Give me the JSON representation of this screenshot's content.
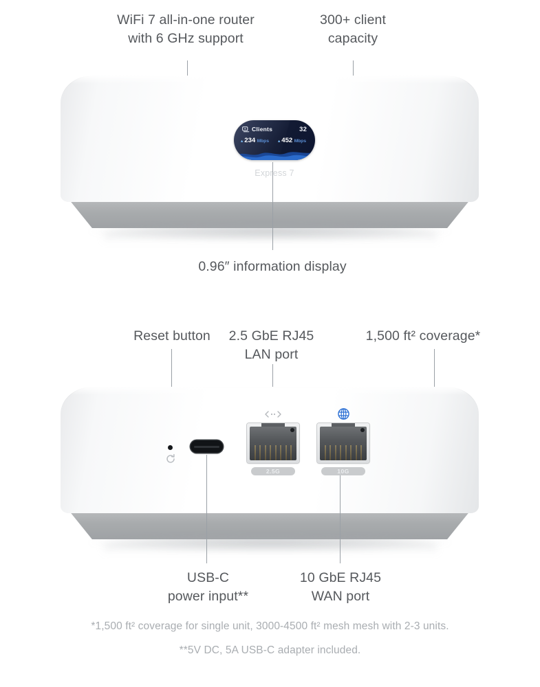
{
  "colors": {
    "page_background": "#ffffff",
    "callout_text": "#55585c",
    "leader_line": "#9aa0a6",
    "device_white": "#ffffff",
    "device_base_gray": "#a8abad",
    "display_navy": "#121a33",
    "display_accent_blue": "#5b8fd6",
    "wan_icon_blue": "#2b6fd4",
    "footnote_gray": "#a9adb1",
    "port_label_gray": "#c9cbcd"
  },
  "front_view": {
    "callouts": [
      {
        "id": "wifi7-router",
        "text": "WiFi 7 all-in-one router\nwith 6 GHz support"
      },
      {
        "id": "client-capacity",
        "text": "300+ client\ncapacity"
      },
      {
        "id": "information-display",
        "text": "0.96″ information display"
      }
    ],
    "display": {
      "clients_icon": "clients-screen-icon",
      "clients_label": "Clients",
      "clients_count": "32",
      "upload": {
        "arrow": "▴",
        "value": "234",
        "unit": "Mbps"
      },
      "download": {
        "arrow": "▴",
        "value": "452",
        "unit": "Mbps"
      }
    },
    "brand_label": "Express 7"
  },
  "rear_view": {
    "callouts": [
      {
        "id": "reset-button",
        "text": "Reset button"
      },
      {
        "id": "lan-port",
        "text": "2.5 GbE RJ45\nLAN port"
      },
      {
        "id": "coverage",
        "text": "1,500 ft² coverage*"
      },
      {
        "id": "usb-c",
        "text": "USB-C\npower input**"
      },
      {
        "id": "wan-port",
        "text": "10 GbE RJ45\nWAN port"
      }
    ],
    "reset": {
      "icon": "reset-circular-arrow-icon"
    },
    "usb_c": {
      "icon": "usb-c-port-icon"
    },
    "ports": [
      {
        "id": "lan",
        "icon": "lan-arrows-icon",
        "icon_glyph": "‹··›",
        "label": "2.5G"
      },
      {
        "id": "wan",
        "icon": "wan-globe-icon",
        "icon_glyph": "globe",
        "label": "10G"
      }
    ]
  },
  "footnotes": [
    "*1,500 ft² coverage for single unit, 3000-4500 ft² mesh mesh with 2-3 units.",
    "**5V DC, 5A USB-C adapter included."
  ]
}
